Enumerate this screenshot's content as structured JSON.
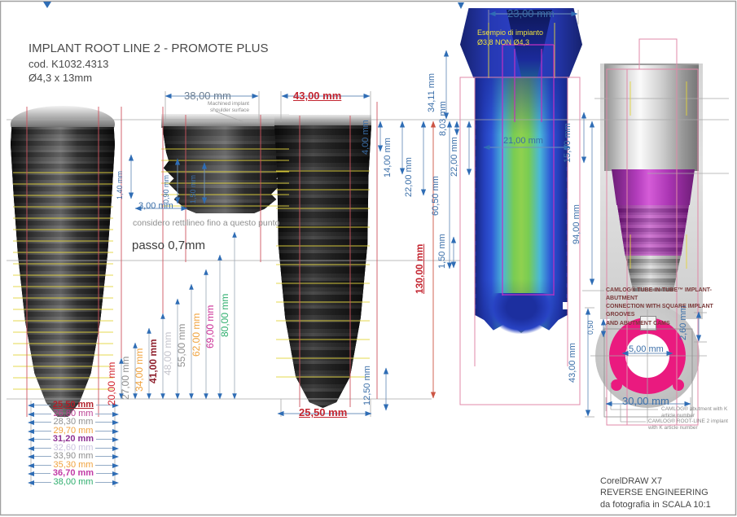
{
  "header": {
    "title": "IMPLANT ROOT LINE 2 - PROMOTE PLUS",
    "code": "cod. K1032.4313",
    "size": "Ø4,3 x 13mm"
  },
  "notes": {
    "machined": "Machined implant\nshoulder surface",
    "esempio": "Esempio di impianto\nØ3,8 NON Ø4,3",
    "considero": "considero rettilineo fino a questo punto",
    "passo": "passo 0,7mm",
    "camlog": "CAMLOG® TUBE-IN-TUBE™ IMPLANT-ABUTMENT\nCONNECTION WITH SQUARE IMPLANT GROOVES\nAND ABUTMENT CAMS",
    "abutment_ref": "CAMLOG® abutment with K article number",
    "implant_ref": "CAMLOG® ROOT-LINE 2 implant with K article number"
  },
  "dims": {
    "top_w1": "38,00 mm",
    "top_w2": "43,00 mm",
    "top_w3": "23,00 mm",
    "d400": "4,00 mm",
    "d1400": "14,00 mm",
    "d2200a": "22,00 mm",
    "d3411": "34,11 mm",
    "d803": "8,03 mm",
    "d2200b": "22,00 mm",
    "d6050": "60,50 mm",
    "d2100": "21,00 mm",
    "d13000": "130,00 mm",
    "d150a": "1,50 mm",
    "d1250": "12,50 mm",
    "d140": "1,40 mm",
    "d090": "0,90 mm",
    "d150b": "1,50 mm",
    "d300": "3,00 mm",
    "d1500": "15,00 mm",
    "d9400": "94,00 mm",
    "d4300": "43,00 mm",
    "d050": "0,50",
    "d260": "2,60 mm",
    "d500": "5,00 mm",
    "d3000": "30,00 mm",
    "bottom_w": "25,50 mm"
  },
  "stack": [
    {
      "label": "25,50 mm",
      "color": "#b01e28"
    },
    {
      "label": "26,80 mm",
      "color": "#bb3f93"
    },
    {
      "label": "28,30 mm",
      "color": "#919191"
    },
    {
      "label": "29,70 mm",
      "color": "#f0a23c"
    },
    {
      "label": "31,20 mm",
      "color": "#8e2f92"
    },
    {
      "label": "32,60 mm",
      "color": "#c9c2de"
    },
    {
      "label": "33,90 mm",
      "color": "#8f8f8f"
    },
    {
      "label": "35,30 mm",
      "color": "#f0a23c"
    },
    {
      "label": "36,70 mm",
      "color": "#c23ba6"
    },
    {
      "label": "38,00 mm",
      "color": "#2fae6e"
    }
  ],
  "heights": [
    {
      "label": "20,00 mm",
      "color": "#d2232e"
    },
    {
      "label": "27,00 mm",
      "color": "#8f8f8f"
    },
    {
      "label": "34,00 mm",
      "color": "#f0a23c"
    },
    {
      "label": "41,00 mm",
      "color": "#8e1f2c"
    },
    {
      "label": "48,00 mm",
      "color": "#c3c3cb"
    },
    {
      "label": "55,00 mm",
      "color": "#8f8f8f"
    },
    {
      "label": "62,00 mm",
      "color": "#f0a23c"
    },
    {
      "label": "69,00 mm",
      "color": "#cb2d96"
    },
    {
      "label": "80,00 mm",
      "color": "#2fae6e"
    }
  ],
  "footer": {
    "l1": "CorelDRAW X7",
    "l2": "REVERSE ENGINEERING",
    "l3": "da fotografia in SCALA 10:1"
  },
  "colors": {
    "dim_blue": "#2f6db5",
    "dim_red": "#c32530",
    "fem_blue": "#2c40c4",
    "fem_green": "#8fd14f",
    "magenta_ring": "#ea1a7f",
    "implant_purple": "#a934b2",
    "guide_yellow": "#e3d43c"
  }
}
